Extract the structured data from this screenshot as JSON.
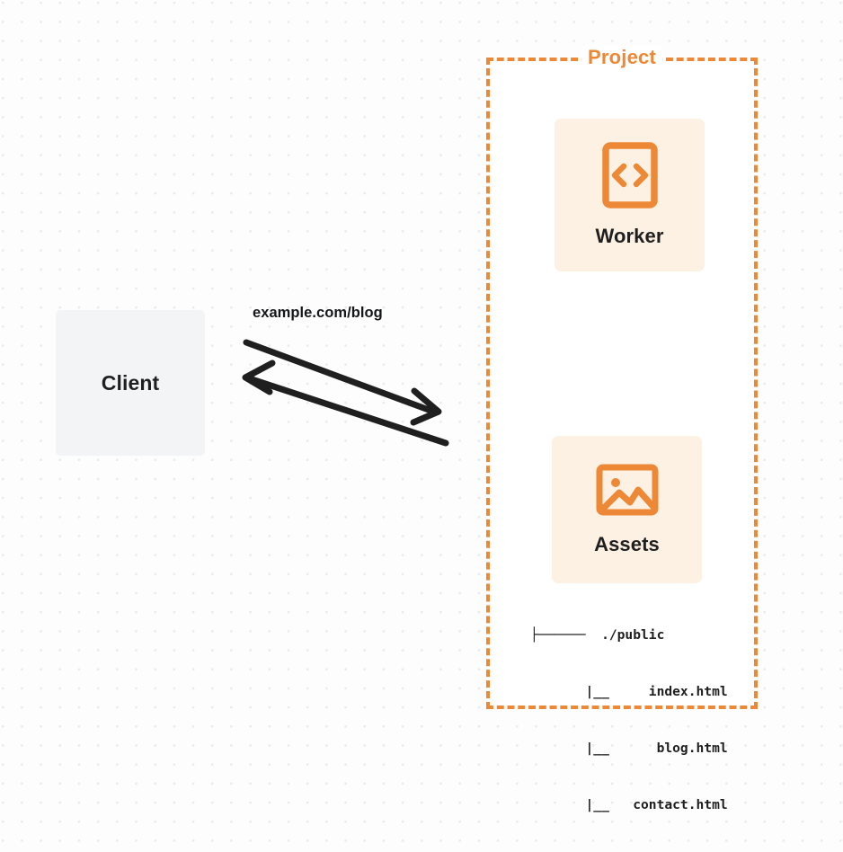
{
  "diagram": {
    "title": "Cloudflare Worker with static Assets serving example.com/blog",
    "type": "architecture-flow"
  },
  "colors": {
    "accent_orange": "#ed8936",
    "card_background": "#fdf1e3",
    "client_background": "#f3f4f6",
    "text_dark": "#1f1f1f",
    "canvas_background": "#fdfdfd",
    "dot_grid": "#e9eaec"
  },
  "client": {
    "label": "Client",
    "icon": "client-box"
  },
  "connection": {
    "label": "example.com/blog",
    "request_direction": "client-to-project",
    "response_direction": "project-to-client",
    "arrow_count": 2,
    "arrow_color": "#1f1f1f"
  },
  "project": {
    "title": "Project",
    "border_style": "dashed",
    "border_color": "#ed8936",
    "nodes": [
      {
        "id": "worker",
        "label": "Worker",
        "icon": "code-brackets-icon",
        "icon_glyph": "<>"
      },
      {
        "id": "assets",
        "label": "Assets",
        "icon": "image-picture-icon"
      }
    ],
    "assets_tree": {
      "lines": [
        "├──────  ./public",
        "       |__     index.html",
        "       |__      blog.html",
        "       |__   contact.html"
      ],
      "root": "./public",
      "files": [
        "index.html",
        "blog.html",
        "contact.html"
      ]
    }
  }
}
